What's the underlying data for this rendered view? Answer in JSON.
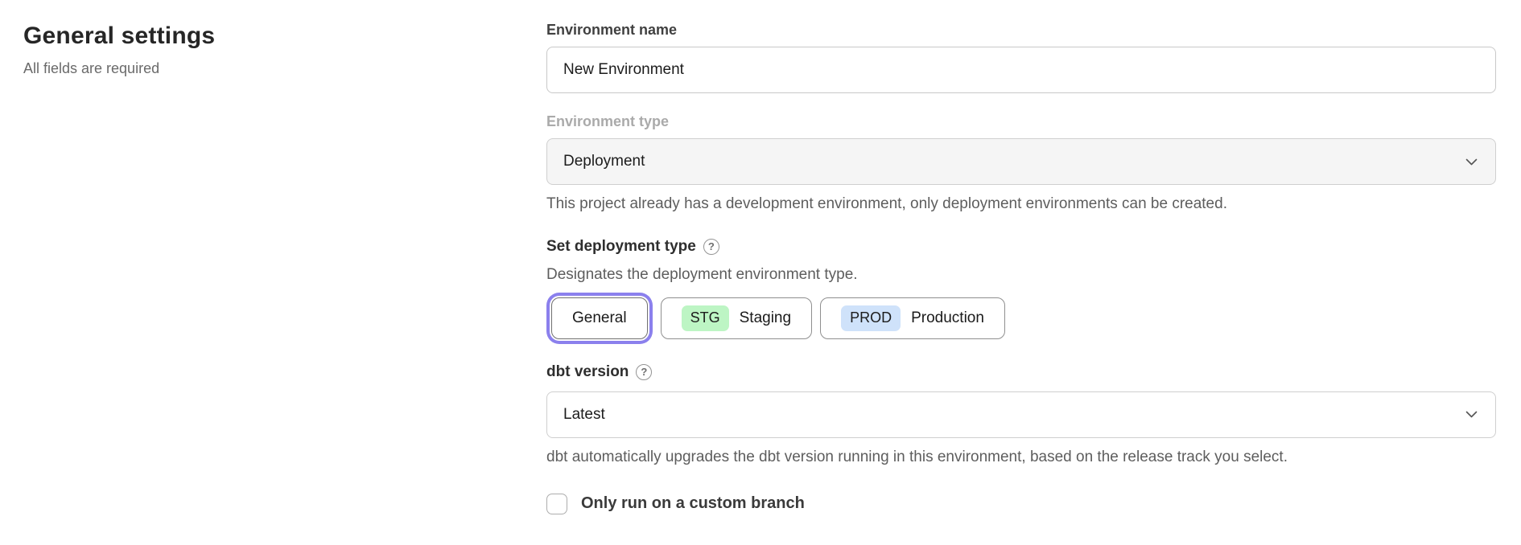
{
  "page": {
    "title": "General settings",
    "subtitle": "All fields are required"
  },
  "form": {
    "environment_name": {
      "label": "Environment name",
      "value": "New Environment"
    },
    "environment_type": {
      "label": "Environment type",
      "value": "Deployment",
      "disabled": true,
      "helper": "This project already has a development environment, only deployment environments can be created."
    },
    "deployment_type": {
      "label": "Set deployment type",
      "help_icon": "?",
      "description": "Designates the deployment environment type.",
      "options": [
        {
          "label": "General",
          "selected": true
        },
        {
          "badge": "STG",
          "label": "Staging",
          "badge_color": "#bdf5c4"
        },
        {
          "badge": "PROD",
          "label": "Production",
          "badge_color": "#cfe2fa"
        }
      ]
    },
    "dbt_version": {
      "label": "dbt version",
      "help_icon": "?",
      "value": "Latest",
      "helper": "dbt automatically upgrades the dbt version running in this environment, based on the release track you select."
    },
    "custom_branch": {
      "label": "Only run on a custom branch",
      "checked": false
    }
  },
  "colors": {
    "accent_purple": "#8b80ed",
    "badge_green": "#bdf5c4",
    "badge_blue": "#cfe2fa",
    "disabled_field_bg": "#f5f5f5"
  }
}
